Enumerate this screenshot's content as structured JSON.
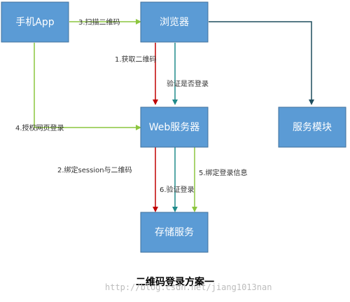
{
  "colors": {
    "box_fill": "#5B9BD5",
    "box_stroke": "#41719C",
    "arrow_red": "#C00000",
    "arrow_teal": "#1F8A8A",
    "arrow_green": "#8CC63F",
    "arrow_dark": "#1F4E5F"
  },
  "nodes": {
    "mobile_app": "手机App",
    "browser": "浏览器",
    "web_server": "Web服务器",
    "service_module": "服务模块",
    "storage_service": "存储服务"
  },
  "edges": {
    "scan_qr": "3.扫描二维码",
    "get_qr": "1.获取二维码",
    "verify_login": "验证是否登录",
    "authorize_web": "4.授权网页登录",
    "bind_session": "2.绑定session与二维码",
    "bind_login": "5.绑定登录信息",
    "verify_login_6": "6.验证登录"
  },
  "title": "二维码登录方案一",
  "watermark": "http://blog.csdn.net/jiang1013nan"
}
